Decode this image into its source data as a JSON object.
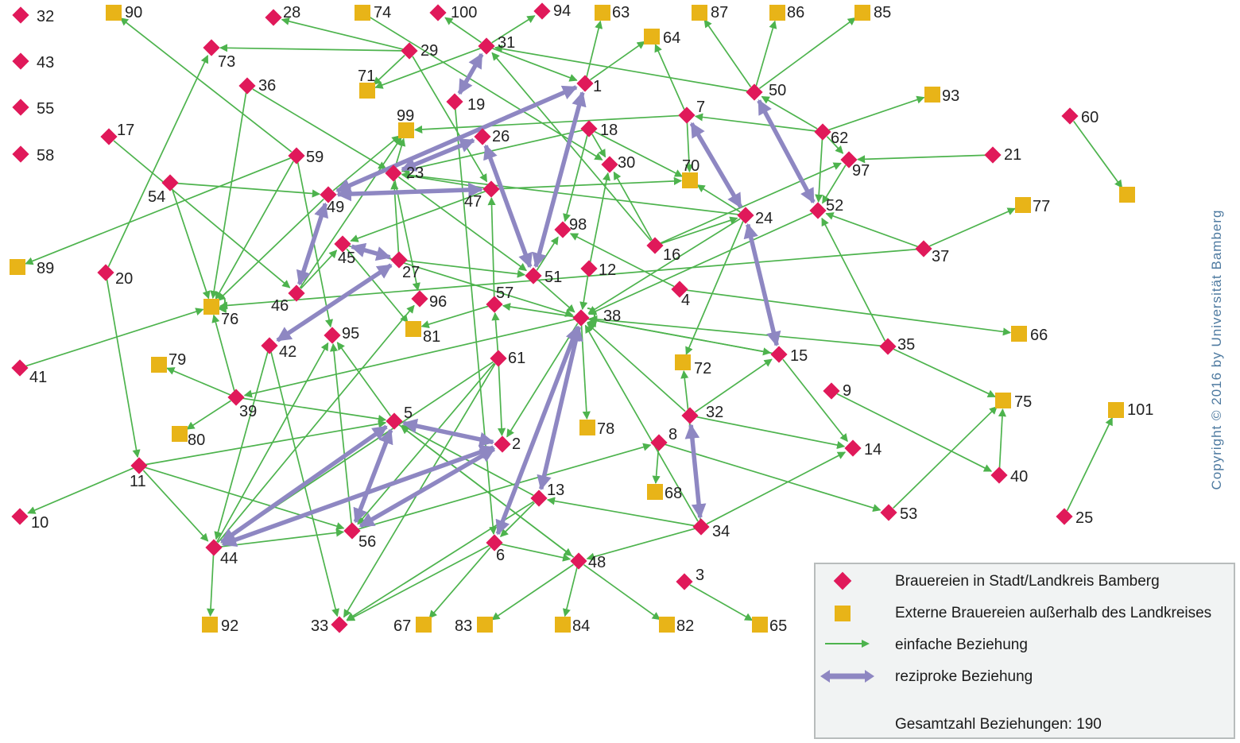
{
  "colors": {
    "internal": "#e0195a",
    "external": "#e8b418",
    "simple_edge": "#4db34d",
    "reciprocal_edge": "#8e87c2",
    "copyright_text": "#4e7aa0"
  },
  "legend": {
    "internal_label": "Brauereien in Stadt/Landkreis Bamberg",
    "external_label": "Externe Brauereien außerhalb des Landkreises",
    "simple_label": "einfache Beziehung",
    "reciprocal_label": "reziproke Beziehung",
    "total_label": "Gesamtzahl Beziehungen: 190"
  },
  "copyright": "Copyright © 2016 by Universität Bamberg",
  "nodes": [
    {
      "id": "32",
      "type": "internal"
    },
    {
      "id": "43",
      "type": "internal"
    },
    {
      "id": "55",
      "type": "internal"
    },
    {
      "id": "58",
      "type": "internal"
    },
    {
      "id": "90",
      "type": "external"
    },
    {
      "id": "28",
      "type": "internal"
    },
    {
      "id": "74",
      "type": "external"
    },
    {
      "id": "100",
      "type": "internal"
    },
    {
      "id": "94",
      "type": "internal"
    },
    {
      "id": "63",
      "type": "external"
    },
    {
      "id": "87",
      "type": "external"
    },
    {
      "id": "86",
      "type": "external"
    },
    {
      "id": "85",
      "type": "external"
    },
    {
      "id": "29",
      "type": "internal"
    },
    {
      "id": "31",
      "type": "internal"
    },
    {
      "id": "64",
      "type": "external"
    },
    {
      "id": "73",
      "type": "internal"
    },
    {
      "id": "71",
      "type": "external"
    },
    {
      "id": "1",
      "type": "internal"
    },
    {
      "id": "50",
      "type": "internal"
    },
    {
      "id": "93",
      "type": "external"
    },
    {
      "id": "36",
      "type": "internal"
    },
    {
      "id": "19",
      "type": "internal"
    },
    {
      "id": "7",
      "type": "internal"
    },
    {
      "id": "60",
      "type": "internal"
    },
    {
      "id": "17",
      "type": "internal"
    },
    {
      "id": "99",
      "type": "external"
    },
    {
      "id": "26",
      "type": "internal"
    },
    {
      "id": "18",
      "type": "internal"
    },
    {
      "id": "62",
      "type": "internal"
    },
    {
      "id": "59",
      "type": "internal"
    },
    {
      "id": "30",
      "type": "internal"
    },
    {
      "id": "21",
      "type": "internal"
    },
    {
      "id": "97",
      "type": "internal"
    },
    {
      "id": "23",
      "type": "internal"
    },
    {
      "id": "70",
      "type": "external"
    },
    {
      "id": "54",
      "type": "internal"
    },
    {
      "id": "49",
      "type": "internal"
    },
    {
      "id": "47",
      "type": "internal"
    },
    {
      "id": "24",
      "type": "internal"
    },
    {
      "id": "52",
      "type": "internal"
    },
    {
      "id": "77",
      "type": "external"
    },
    {
      "id": "60x",
      "type": "external"
    },
    {
      "id": "98",
      "type": "internal"
    },
    {
      "id": "89",
      "type": "external"
    },
    {
      "id": "45",
      "type": "internal"
    },
    {
      "id": "27",
      "type": "internal"
    },
    {
      "id": "16",
      "type": "internal"
    },
    {
      "id": "37",
      "type": "internal"
    },
    {
      "id": "20",
      "type": "internal"
    },
    {
      "id": "12",
      "type": "internal"
    },
    {
      "id": "51",
      "type": "internal"
    },
    {
      "id": "46",
      "type": "internal"
    },
    {
      "id": "76",
      "type": "external"
    },
    {
      "id": "96",
      "type": "internal"
    },
    {
      "id": "57",
      "type": "internal"
    },
    {
      "id": "4",
      "type": "internal"
    },
    {
      "id": "38",
      "type": "internal"
    },
    {
      "id": "81",
      "type": "external"
    },
    {
      "id": "95",
      "type": "internal"
    },
    {
      "id": "42",
      "type": "internal"
    },
    {
      "id": "66",
      "type": "external"
    },
    {
      "id": "35",
      "type": "internal"
    },
    {
      "id": "41",
      "type": "internal"
    },
    {
      "id": "15",
      "type": "internal"
    },
    {
      "id": "79",
      "type": "external"
    },
    {
      "id": "61",
      "type": "internal"
    },
    {
      "id": "72",
      "type": "external"
    },
    {
      "id": "39",
      "type": "internal"
    },
    {
      "id": "9",
      "type": "internal"
    },
    {
      "id": "75",
      "type": "external"
    },
    {
      "id": "101",
      "type": "external"
    },
    {
      "id": "5",
      "type": "internal"
    },
    {
      "id": "32b",
      "type": "internal"
    },
    {
      "id": "80",
      "type": "external"
    },
    {
      "id": "78",
      "type": "external"
    },
    {
      "id": "2",
      "type": "internal"
    },
    {
      "id": "8",
      "type": "internal"
    },
    {
      "id": "14",
      "type": "internal"
    },
    {
      "id": "11",
      "type": "internal"
    },
    {
      "id": "40",
      "type": "internal"
    },
    {
      "id": "68",
      "type": "external"
    },
    {
      "id": "13",
      "type": "internal"
    },
    {
      "id": "53",
      "type": "internal"
    },
    {
      "id": "25",
      "type": "internal"
    },
    {
      "id": "10",
      "type": "internal"
    },
    {
      "id": "56",
      "type": "internal"
    },
    {
      "id": "34",
      "type": "internal"
    },
    {
      "id": "44",
      "type": "internal"
    },
    {
      "id": "6",
      "type": "internal"
    },
    {
      "id": "48",
      "type": "internal"
    },
    {
      "id": "3",
      "type": "internal"
    },
    {
      "id": "92",
      "type": "external"
    },
    {
      "id": "33",
      "type": "internal"
    },
    {
      "id": "67",
      "type": "external"
    },
    {
      "id": "83",
      "type": "external"
    },
    {
      "id": "84",
      "type": "external"
    },
    {
      "id": "82",
      "type": "external"
    },
    {
      "id": "65",
      "type": "external"
    }
  ],
  "labels": {
    "32": "32",
    "43": "43",
    "55": "55",
    "58": "58",
    "90": "90",
    "28": "28",
    "74": "74",
    "100": "100",
    "94": "94",
    "63": "63",
    "87": "87",
    "86": "86",
    "85": "85",
    "29": "29",
    "31": "31",
    "64": "64",
    "73": "73",
    "71": "71",
    "1": "1",
    "50": "50",
    "93": "93",
    "36": "36",
    "19": "19",
    "7": "7",
    "60": "60",
    "17": "17",
    "99": "99",
    "26": "26",
    "18": "18",
    "62": "62",
    "59": "59",
    "30": "30",
    "21": "21",
    "97": "97",
    "23": "23",
    "70": "70",
    "54": "54",
    "49": "49",
    "47": "47",
    "24": "24",
    "52": "52",
    "77": "77",
    "60x": "",
    "98": "98",
    "89": "89",
    "45": "45",
    "27": "27",
    "16": "16",
    "37": "37",
    "20": "20",
    "12": "12",
    "51": "51",
    "46": "46",
    "76": "76",
    "96": "96",
    "57": "57",
    "4": "4",
    "38": "38",
    "81": "81",
    "95": "95",
    "42": "42",
    "66": "66",
    "35": "35",
    "41": "41",
    "15": "15",
    "79": "79",
    "61": "61",
    "72": "72",
    "39": "39",
    "9": "9",
    "75": "75",
    "101": "101",
    "5": "5",
    "32b": "32",
    "80": "80",
    "78": "78",
    "2": "2",
    "8": "8",
    "14": "14",
    "11": "11",
    "40": "40",
    "68": "68",
    "13": "13",
    "53": "53",
    "25": "25",
    "10": "10",
    "56": "56",
    "34": "34",
    "44": "44",
    "6": "6",
    "48": "48",
    "3": "3",
    "92": "92",
    "33": "33",
    "67": "67",
    "83": "83",
    "84": "84",
    "82": "82",
    "65": "65"
  },
  "reciprocal_edges": [
    [
      "31",
      "19"
    ],
    [
      "26",
      "23"
    ],
    [
      "26",
      "51"
    ],
    [
      "49",
      "47"
    ],
    [
      "49",
      "46"
    ],
    [
      "45",
      "27"
    ],
    [
      "27",
      "42"
    ],
    [
      "1",
      "51"
    ],
    [
      "1",
      "49"
    ],
    [
      "50",
      "52"
    ],
    [
      "7",
      "24"
    ],
    [
      "24",
      "15"
    ],
    [
      "38",
      "13"
    ],
    [
      "38",
      "6"
    ],
    [
      "5",
      "2"
    ],
    [
      "5",
      "44"
    ],
    [
      "5",
      "56"
    ],
    [
      "2",
      "44"
    ],
    [
      "2",
      "56"
    ],
    [
      "32b",
      "34"
    ]
  ],
  "simple_edges": [
    [
      "29",
      "73"
    ],
    [
      "29",
      "28"
    ],
    [
      "29",
      "71"
    ],
    [
      "29",
      "47"
    ],
    [
      "74",
      "30"
    ],
    [
      "31",
      "100"
    ],
    [
      "31",
      "94"
    ],
    [
      "31",
      "1"
    ],
    [
      "31",
      "71"
    ],
    [
      "1",
      "63"
    ],
    [
      "1",
      "64"
    ],
    [
      "19",
      "6"
    ],
    [
      "50",
      "87"
    ],
    [
      "50",
      "86"
    ],
    [
      "50",
      "85"
    ],
    [
      "50",
      "31"
    ],
    [
      "62",
      "50"
    ],
    [
      "62",
      "93"
    ],
    [
      "62",
      "7"
    ],
    [
      "62",
      "52"
    ],
    [
      "62",
      "97"
    ],
    [
      "7",
      "64"
    ],
    [
      "7",
      "99"
    ],
    [
      "7",
      "70"
    ],
    [
      "60",
      "60x"
    ],
    [
      "18",
      "30"
    ],
    [
      "18",
      "98"
    ],
    [
      "18",
      "23"
    ],
    [
      "18",
      "70"
    ],
    [
      "16",
      "30"
    ],
    [
      "16",
      "31"
    ],
    [
      "16",
      "97"
    ],
    [
      "16",
      "24"
    ],
    [
      "21",
      "97"
    ],
    [
      "59",
      "90"
    ],
    [
      "59",
      "95"
    ],
    [
      "59",
      "89"
    ],
    [
      "59",
      "76"
    ],
    [
      "36",
      "23"
    ],
    [
      "36",
      "76"
    ],
    [
      "54",
      "49"
    ],
    [
      "54",
      "76"
    ],
    [
      "17",
      "46"
    ],
    [
      "49",
      "99"
    ],
    [
      "49",
      "76"
    ],
    [
      "47",
      "45"
    ],
    [
      "47",
      "70"
    ],
    [
      "47",
      "23"
    ],
    [
      "24",
      "70"
    ],
    [
      "24",
      "23"
    ],
    [
      "24",
      "72"
    ],
    [
      "24",
      "38"
    ],
    [
      "37",
      "77"
    ],
    [
      "37",
      "52"
    ],
    [
      "37",
      "76"
    ],
    [
      "20",
      "73"
    ],
    [
      "20",
      "11"
    ],
    [
      "23",
      "51"
    ],
    [
      "23",
      "96"
    ],
    [
      "23",
      "99"
    ],
    [
      "27",
      "23"
    ],
    [
      "27",
      "51"
    ],
    [
      "45",
      "38"
    ],
    [
      "45",
      "81"
    ],
    [
      "46",
      "45"
    ],
    [
      "46",
      "99"
    ],
    [
      "4",
      "98"
    ],
    [
      "4",
      "66"
    ],
    [
      "41",
      "76"
    ],
    [
      "12",
      "38"
    ],
    [
      "12",
      "30"
    ],
    [
      "51",
      "98"
    ],
    [
      "51",
      "38"
    ],
    [
      "57",
      "47"
    ],
    [
      "57",
      "81"
    ],
    [
      "38",
      "57"
    ],
    [
      "38",
      "78"
    ],
    [
      "38",
      "15"
    ],
    [
      "38",
      "2"
    ],
    [
      "38",
      "39"
    ],
    [
      "35",
      "38"
    ],
    [
      "35",
      "52"
    ],
    [
      "35",
      "75"
    ],
    [
      "15",
      "14"
    ],
    [
      "15",
      "38"
    ],
    [
      "52",
      "38"
    ],
    [
      "39",
      "79"
    ],
    [
      "39",
      "80"
    ],
    [
      "39",
      "76"
    ],
    [
      "39",
      "5"
    ],
    [
      "61",
      "2"
    ],
    [
      "61",
      "57"
    ],
    [
      "61",
      "56"
    ],
    [
      "61",
      "33"
    ],
    [
      "61",
      "44"
    ],
    [
      "42",
      "44"
    ],
    [
      "42",
      "33"
    ],
    [
      "32b",
      "38"
    ],
    [
      "32b",
      "15"
    ],
    [
      "32b",
      "14"
    ],
    [
      "8",
      "68"
    ],
    [
      "8",
      "53"
    ],
    [
      "9",
      "40"
    ],
    [
      "40",
      "75"
    ],
    [
      "25",
      "101"
    ],
    [
      "11",
      "10"
    ],
    [
      "11",
      "44"
    ],
    [
      "11",
      "56"
    ],
    [
      "11",
      "5"
    ],
    [
      "44",
      "95"
    ],
    [
      "44",
      "96"
    ],
    [
      "44",
      "92"
    ],
    [
      "44",
      "56"
    ],
    [
      "56",
      "95"
    ],
    [
      "56",
      "8"
    ],
    [
      "5",
      "95"
    ],
    [
      "5",
      "48"
    ],
    [
      "6",
      "33"
    ],
    [
      "6",
      "67"
    ],
    [
      "13",
      "6"
    ],
    [
      "13",
      "5"
    ],
    [
      "13",
      "33"
    ],
    [
      "34",
      "13"
    ],
    [
      "34",
      "48"
    ],
    [
      "34",
      "14"
    ],
    [
      "34",
      "38"
    ],
    [
      "34",
      "72"
    ],
    [
      "48",
      "83"
    ],
    [
      "48",
      "84"
    ],
    [
      "48",
      "82"
    ],
    [
      "48",
      "5"
    ],
    [
      "3",
      "65"
    ],
    [
      "6",
      "48"
    ],
    [
      "53",
      "75"
    ],
    [
      "97",
      "52"
    ]
  ]
}
